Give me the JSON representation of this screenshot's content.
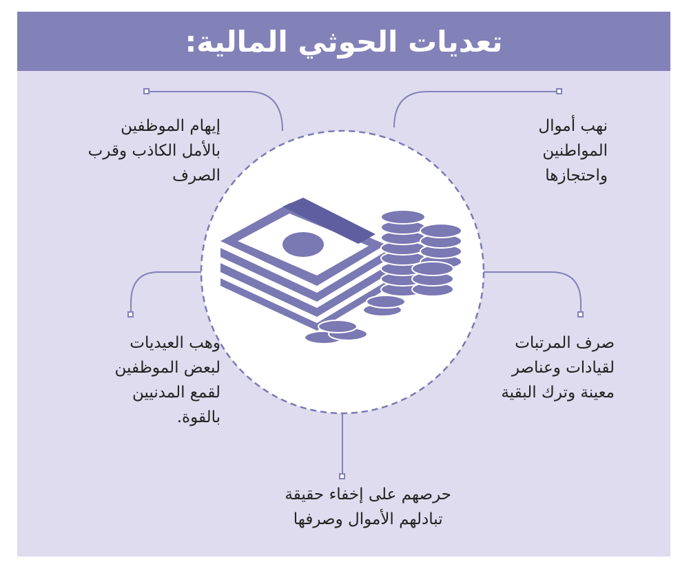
{
  "title": "تعديات الحوثي المالية:",
  "items": [
    {
      "text": "نهب أموال\nالمواطنين\nواحتجازها"
    },
    {
      "text": "إيهام الموظفين\nبالأمل الكاذب وقرب\nالصرف"
    },
    {
      "text": "صرف المرتبات\nلقيادات وعناصر\nمعينة وترك البقية"
    },
    {
      "text": "وهب العيديات\nلبعض الموظفين\nلقمع المدنيين\nبالقوة."
    },
    {
      "text": "حرصهم على إخفاء حقيقة\nتبادلهم الأموال وصرفها"
    }
  ],
  "colors": {
    "accent": "#8281b8",
    "background": "#dedcee",
    "icon": "#7a79b3"
  }
}
